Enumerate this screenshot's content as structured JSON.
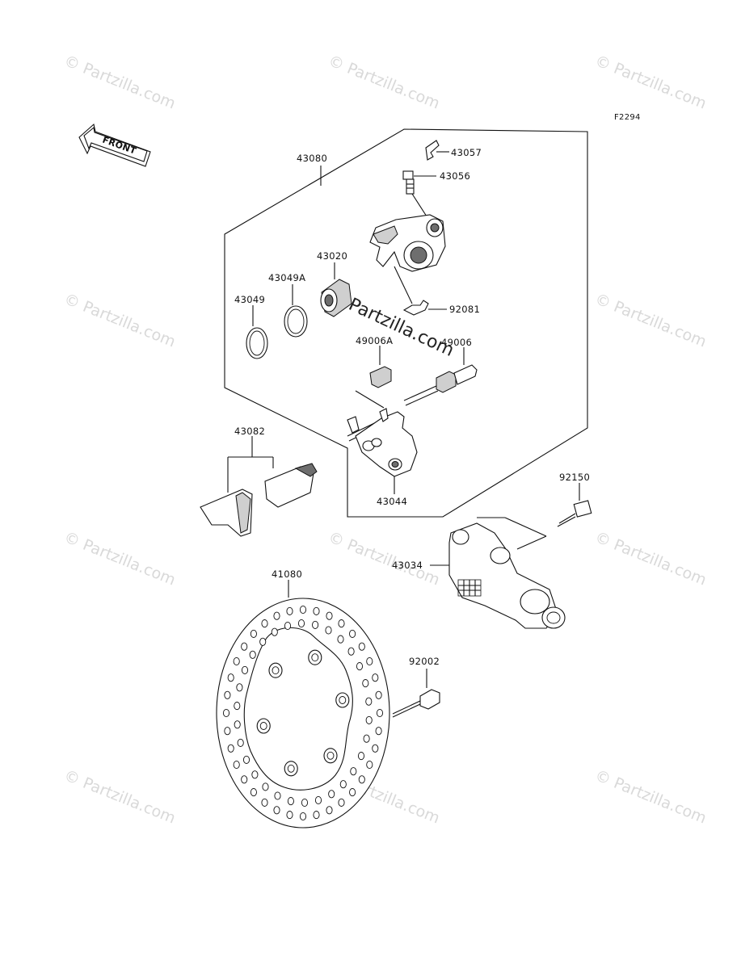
{
  "figure_code": "F2294",
  "front_indicator": "FRONT",
  "watermark": {
    "text": "© Partzilla.com",
    "center_text": "Partzilla.com"
  },
  "part_labels": {
    "caliper_assy": "43080",
    "pin_clip": "43057",
    "bleeder_valve": "43056",
    "caliper_body": "43020",
    "dust_seal": "43049A",
    "piston_seal": "43049",
    "pad_spring": "92081",
    "boot_a": "49006A",
    "boot": "49006",
    "caliper_holder": "43044",
    "pad_assy": "43082",
    "bracket_bolt": "92150",
    "caliper_bracket": "43034",
    "disc": "41080",
    "disc_bolt": "92002"
  }
}
